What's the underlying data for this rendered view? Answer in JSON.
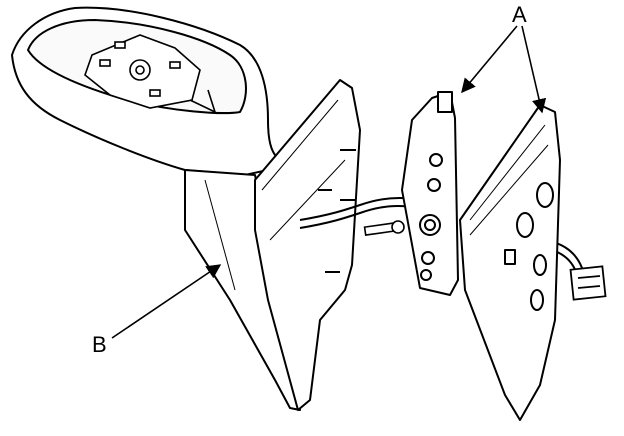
{
  "diagram": {
    "callouts": [
      {
        "id": "A",
        "label": "A"
      },
      {
        "id": "B",
        "label": "B"
      }
    ],
    "colors": {
      "line": "#000000",
      "background": "#ffffff",
      "shade": "#f2f2f2"
    }
  }
}
